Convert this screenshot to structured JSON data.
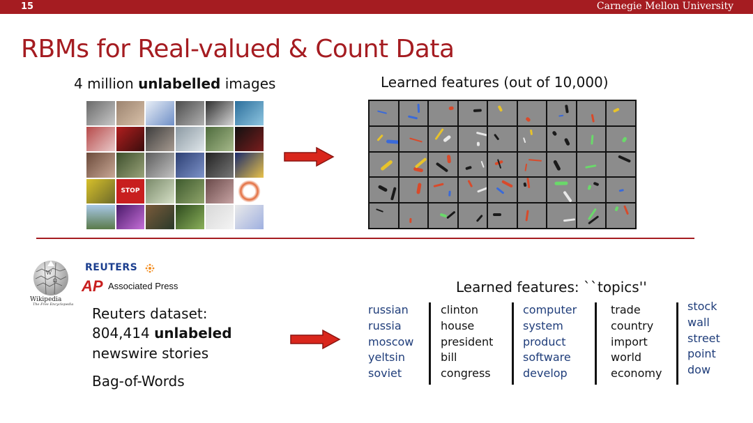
{
  "header": {
    "slide_number": "15",
    "institution": "Carnegie Mellon University"
  },
  "title": "RBMs for Real-valued & Count Data",
  "images_section": {
    "caption_pre": "4 million ",
    "caption_bold": "unlabelled",
    "caption_post": " images",
    "stop_sign_text": "STOP",
    "features_caption": "Learned features (out of 10,000)"
  },
  "logos": {
    "wikipedia": "Wikipedia",
    "wikipedia_tagline": "The Free Encyclopedia",
    "reuters": "REUTERS",
    "ap_mark": "AP",
    "ap_name": "Associated Press"
  },
  "text_section": {
    "line1": "Reuters dataset:",
    "line2_pre": "804,414 ",
    "line2_bold": "unlabeled",
    "line3": "newswire stories",
    "line4": "Bag-of-Words",
    "topics_caption": "Learned features: ``topics''"
  },
  "topics": [
    {
      "words": [
        "russian",
        "russia",
        "moscow",
        "yeltsin",
        "soviet"
      ],
      "color": "#1f3d7a"
    },
    {
      "words": [
        "clinton",
        "house",
        "president",
        "bill",
        "congress"
      ],
      "color": "#111111"
    },
    {
      "words": [
        "computer",
        "system",
        "product",
        "software",
        "develop"
      ],
      "color": "#1f3d7a"
    },
    {
      "words": [
        "trade",
        "country",
        "import",
        "world",
        "economy"
      ],
      "color": "#111111"
    },
    {
      "words": [
        "stock",
        "wall",
        "street",
        "point",
        "dow"
      ],
      "color": "#1f3d7a"
    }
  ],
  "colors": {
    "accent": "#a51c21",
    "topic_blue": "#1f3d7a",
    "arrow_red": "#d9261c"
  }
}
